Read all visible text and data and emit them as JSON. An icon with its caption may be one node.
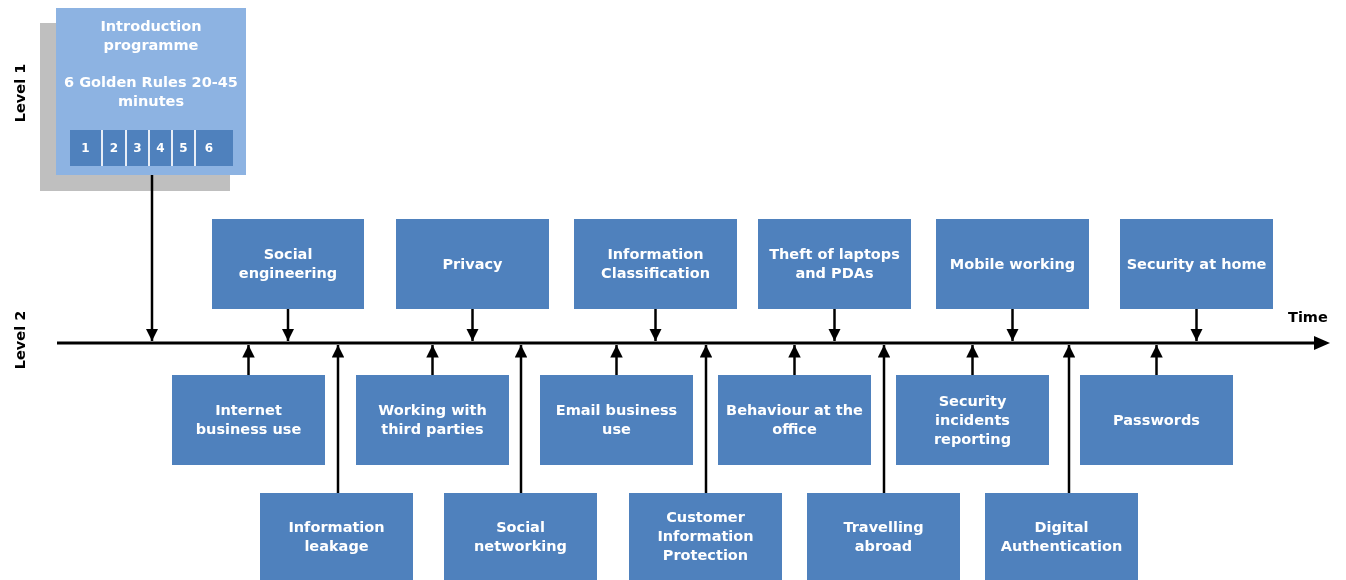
{
  "diagram": {
    "nodes": [
      {
        "text": [
          "Introduction programme",
          "6 Golden Rules 20-45 minutes"
        ]
      },
      {
        "text": [
          "1"
        ],
        "in": 0
      },
      {
        "text": [
          "2"
        ],
        "in": 0
      },
      {
        "text": [
          "3"
        ],
        "in": 0
      },
      {
        "text": [
          "4"
        ],
        "in": 0
      },
      {
        "text": [
          "5"
        ],
        "in": 0
      },
      {
        "text": [
          "6"
        ],
        "in": 0
      },
      {
        "text": [],
        "shape": "bar"
      },
      {
        "text": [
          "Social engineering"
        ]
      },
      {
        "text": [
          "Privacy"
        ]
      },
      {
        "text": [
          "Information Classification"
        ]
      },
      {
        "text": [
          "Theft of laptops and PDAs"
        ]
      },
      {
        "text": [
          "Mobile working"
        ]
      },
      {
        "text": [
          "Security at home"
        ]
      },
      {
        "text": [
          "Internet business use"
        ]
      },
      {
        "text": [
          "Working with third parties"
        ]
      },
      {
        "text": [
          "Email business use"
        ]
      },
      {
        "text": [
          "Behaviour at the office"
        ]
      },
      {
        "text": [
          "Security incidents reporting"
        ]
      },
      {
        "text": [
          "Passwords"
        ]
      },
      {
        "text": [
          "Information leakage"
        ]
      },
      {
        "text": [
          "Social networking"
        ]
      },
      {
        "text": [
          "Customer Information Protection"
        ]
      },
      {
        "text": [
          "Travelling abroad"
        ]
      },
      {
        "text": [
          "Digital Authentication"
        ]
      }
    ],
    "edges": [
      {
        "from": 0,
        "to": 7,
        "arrow": "to"
      },
      {
        "from": 8,
        "to": 7,
        "arrow": "to"
      },
      {
        "from": 9,
        "to": 7,
        "arrow": "to"
      },
      {
        "from": 10,
        "to": 7,
        "arrow": "to"
      },
      {
        "from": 11,
        "to": 7,
        "arrow": "to"
      },
      {
        "from": 12,
        "to": 7,
        "arrow": "to"
      },
      {
        "from": 13,
        "to": 7,
        "arrow": "to"
      },
      {
        "from": 14,
        "to": 7,
        "arrow": "to"
      },
      {
        "from": 15,
        "to": 7,
        "arrow": "to"
      },
      {
        "from": 16,
        "to": 7,
        "arrow": "to"
      },
      {
        "from": 17,
        "to": 7,
        "arrow": "to"
      },
      {
        "from": 18,
        "to": 7,
        "arrow": "to"
      },
      {
        "from": 19,
        "to": 7,
        "arrow": "to"
      },
      {
        "from": 20,
        "to": 7,
        "arrow": "to"
      },
      {
        "from": 21,
        "to": 7,
        "arrow": "to"
      },
      {
        "from": 22,
        "to": 7,
        "arrow": "to"
      },
      {
        "from": 23,
        "to": 7,
        "arrow": "to"
      },
      {
        "from": 24,
        "to": 7,
        "arrow": "to"
      }
    ],
    "labels": [
      "Level 1",
      "Level 2",
      "Time"
    ]
  }
}
